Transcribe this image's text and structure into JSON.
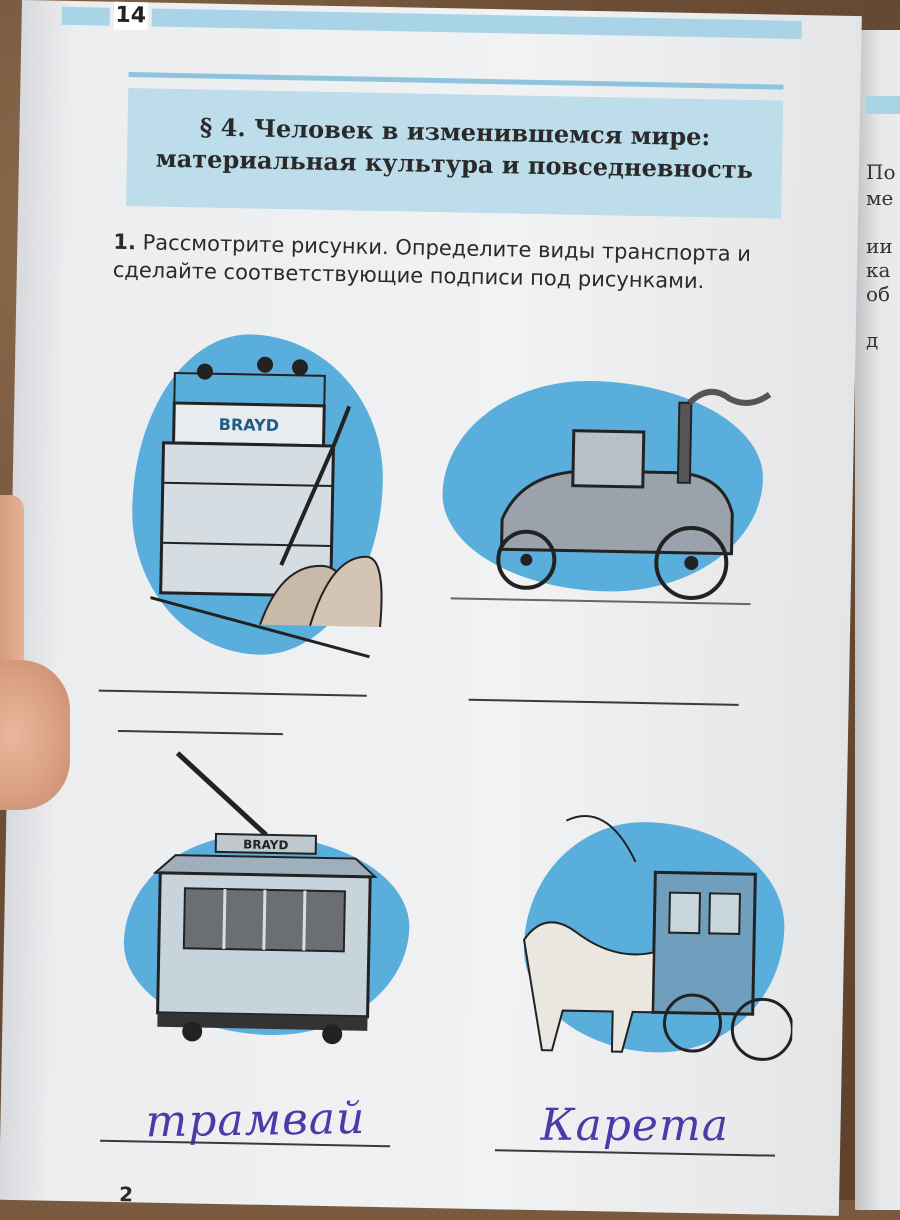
{
  "page": {
    "number": "14",
    "section_title_line1": "§ 4. Человек в изменившемся мире:",
    "section_title_line2": "материальная культура и повседневность",
    "task_number": "1.",
    "task_text_line1": "Рассмотрите рисунки. Определите виды транспорта и",
    "task_text_line2": "сделайте соответствующие подписи под рисунками.",
    "bottom_marker": "2"
  },
  "illustrations": [
    {
      "name": "horse-drawn omnibus",
      "sign_text": "BRAYD",
      "answer": ""
    },
    {
      "name": "steam carriage",
      "answer": ""
    },
    {
      "name": "electric tram",
      "sign_text": "BRAYD",
      "answer": "трамвай"
    },
    {
      "name": "horse carriage",
      "answer": "Карета"
    }
  ],
  "right_page_fragments": [
    "По",
    "ме",
    "ии",
    "ка",
    "об",
    "д"
  ],
  "colors": {
    "accent_blue": "#5aaedb",
    "band_blue": "#bcdde9",
    "ink": "#4b3aa8"
  }
}
